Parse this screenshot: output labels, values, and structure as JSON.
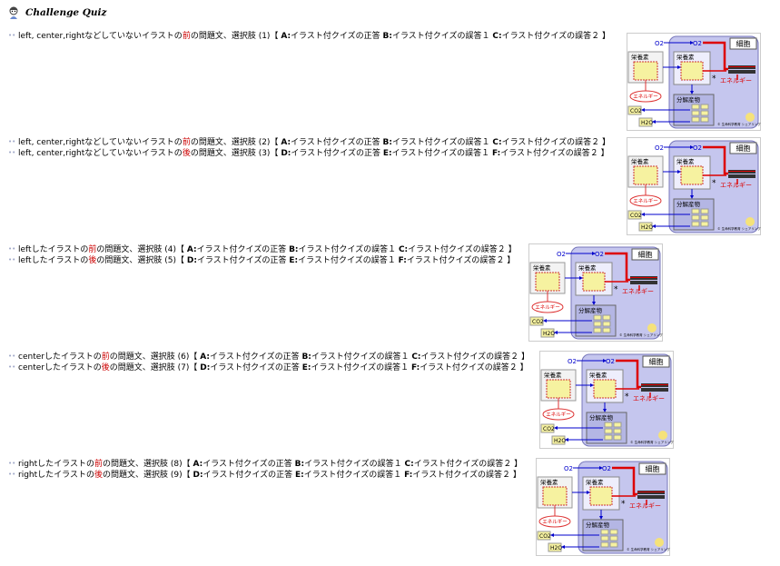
{
  "header": {
    "title": "Challenge Quiz",
    "mascot_icon": "teacher-mascot-icon"
  },
  "quizzes": [
    {
      "align": "left",
      "rows": [
        {
          "text1": "left, center,rightなどしていないイラストの",
          "red": "前",
          "text2": "の問題文、選択肢 (1)【 ",
          "a_label": "A:",
          "a_text": "イラスト付クイズの正答 ",
          "b_label": "B:",
          "b_text": "イラスト付クイズの誤答１ ",
          "c_label": "C:",
          "c_text": "イラスト付クイズの誤答２ 】"
        }
      ]
    },
    {
      "align": "left",
      "rows": [
        {
          "text1": "left, center,rightなどしていないイラストの",
          "red": "前",
          "text2": "の問題文、選択肢 (2)【 ",
          "a_label": "A:",
          "a_text": "イラスト付クイズの正答 ",
          "b_label": "B:",
          "b_text": "イラスト付クイズの誤答１ ",
          "c_label": "C:",
          "c_text": "イラスト付クイズの誤答２ 】"
        },
        {
          "text1": "left, center,rightなどしていないイラストの",
          "red": "後",
          "text2": "の問題文、選択肢 (3)【 ",
          "a_label": "D:",
          "a_text": "イラスト付クイズの正答 ",
          "b_label": "E:",
          "b_text": "イラスト付クイズの誤答１ ",
          "c_label": "F:",
          "c_text": "イラスト付クイズの誤答２ 】"
        }
      ]
    },
    {
      "align": "left",
      "rows": [
        {
          "text1": "leftしたイラストの",
          "red": "前",
          "text2": "の問題文、選択肢 (4)【 ",
          "a_label": "A:",
          "a_text": "イラスト付クイズの正答 ",
          "b_label": "B:",
          "b_text": "イラスト付クイズの誤答１ ",
          "c_label": "C:",
          "c_text": "イラスト付クイズの誤答２ 】"
        },
        {
          "text1": "leftしたイラストの",
          "red": "後",
          "text2": "の問題文、選択肢 (5)【 ",
          "a_label": "D:",
          "a_text": "イラスト付クイズの正答 ",
          "b_label": "E:",
          "b_text": "イラスト付クイズの誤答１ ",
          "c_label": "F:",
          "c_text": "イラスト付クイズの誤答２ 】"
        }
      ]
    },
    {
      "align": "center",
      "rows": [
        {
          "text1": "centerしたイラストの",
          "red": "前",
          "text2": "の問題文、選択肢 (6)【 ",
          "a_label": "A:",
          "a_text": "イラスト付クイズの正答 ",
          "b_label": "B:",
          "b_text": "イラスト付クイズの誤答１ ",
          "c_label": "C:",
          "c_text": "イラスト付クイズの誤答２ 】"
        },
        {
          "text1": "centerしたイラストの",
          "red": "後",
          "text2": "の問題文、選択肢 (7)【 ",
          "a_label": "D:",
          "a_text": "イラスト付クイズの正答 ",
          "b_label": "E:",
          "b_text": "イラスト付クイズの誤答１ ",
          "c_label": "F:",
          "c_text": "イラスト付クイズの誤答２ 】"
        }
      ]
    },
    {
      "align": "right",
      "rows": [
        {
          "text1": "rightしたイラストの",
          "red": "前",
          "text2": "の問題文、選択肢 (8)【 ",
          "a_label": "A:",
          "a_text": "イラスト付クイズの正答 ",
          "b_label": "B:",
          "b_text": "イラスト付クイズの誤答１ ",
          "c_label": "C:",
          "c_text": "イラスト付クイズの誤答２ 】"
        },
        {
          "text1": "rightしたイラストの",
          "red": "後",
          "text2": "の問題文、選択肢 (9)【 ",
          "a_label": "D:",
          "a_text": "イラスト付クイズの正答 ",
          "b_label": "E:",
          "b_text": "イラスト付クイズの誤答１ ",
          "c_label": "F:",
          "c_text": "イラスト付クイズの誤答２ 】"
        }
      ]
    }
  ],
  "illustration": {
    "cell_label": "細胞",
    "nutrient_outer": "栄養素",
    "nutrient_inner": "栄養素",
    "energy_outer": "エネルギー",
    "energy_inner": "エネルギー",
    "products": "分解産物",
    "o2_left": "O2",
    "o2_right": "O2",
    "co2": "CO2",
    "h2o": "H2O",
    "credit": "© 生命科学教育 シェアリンググループ",
    "colors": {
      "cell": "#c8c8ee",
      "red": "#dd0000",
      "blue": "#0000cc",
      "nutrient": "#f6f2a0"
    }
  }
}
